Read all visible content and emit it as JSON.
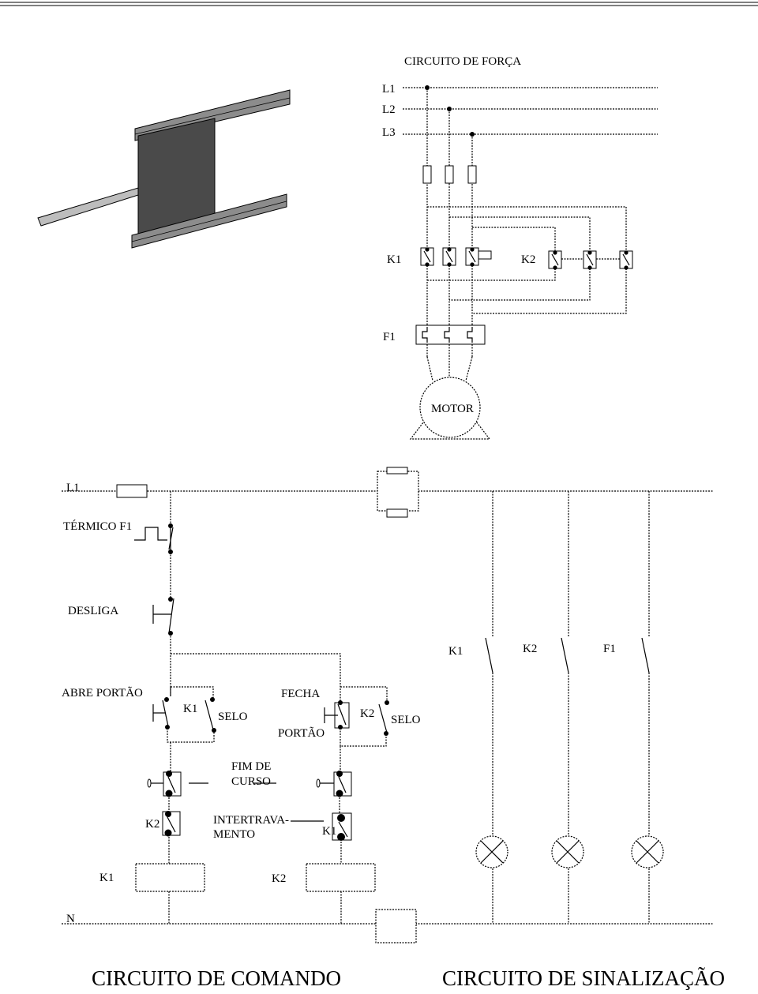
{
  "power_circuit": {
    "title": "CIRCUITO DE FORÇA",
    "phases": [
      "L1",
      "L2",
      "L3"
    ],
    "k1": "K1",
    "k2": "K2",
    "f1": "F1",
    "motor": "MOTOR"
  },
  "command_circuit": {
    "l1": "L1",
    "thermal": "TÉRMICO F1",
    "off": "DESLIGA",
    "open_gate": "ABRE PORTÃO",
    "k1_contact": "K1",
    "seal_1": "SELO",
    "close_gate_line1": "FECHA",
    "close_gate_line2": "PORTÃO",
    "k2_contact": "K2",
    "seal_2": "SELO",
    "limit_line1": "FIM DE",
    "limit_line2": "CURSO",
    "interlock_k2": "K2",
    "interlock_line1": "INTERTRAVA-",
    "interlock_line2": "MENTO",
    "interlock_k1": "K1",
    "coil_k1": "K1",
    "coil_k2": "K2",
    "neutral": "N"
  },
  "signal_circuit": {
    "k1": "K1",
    "k2": "K2",
    "f1": "F1"
  },
  "footer": {
    "command": "CIRCUITO DE COMANDO",
    "signal": "CIRCUITO DE SINALIZAÇÃO"
  }
}
